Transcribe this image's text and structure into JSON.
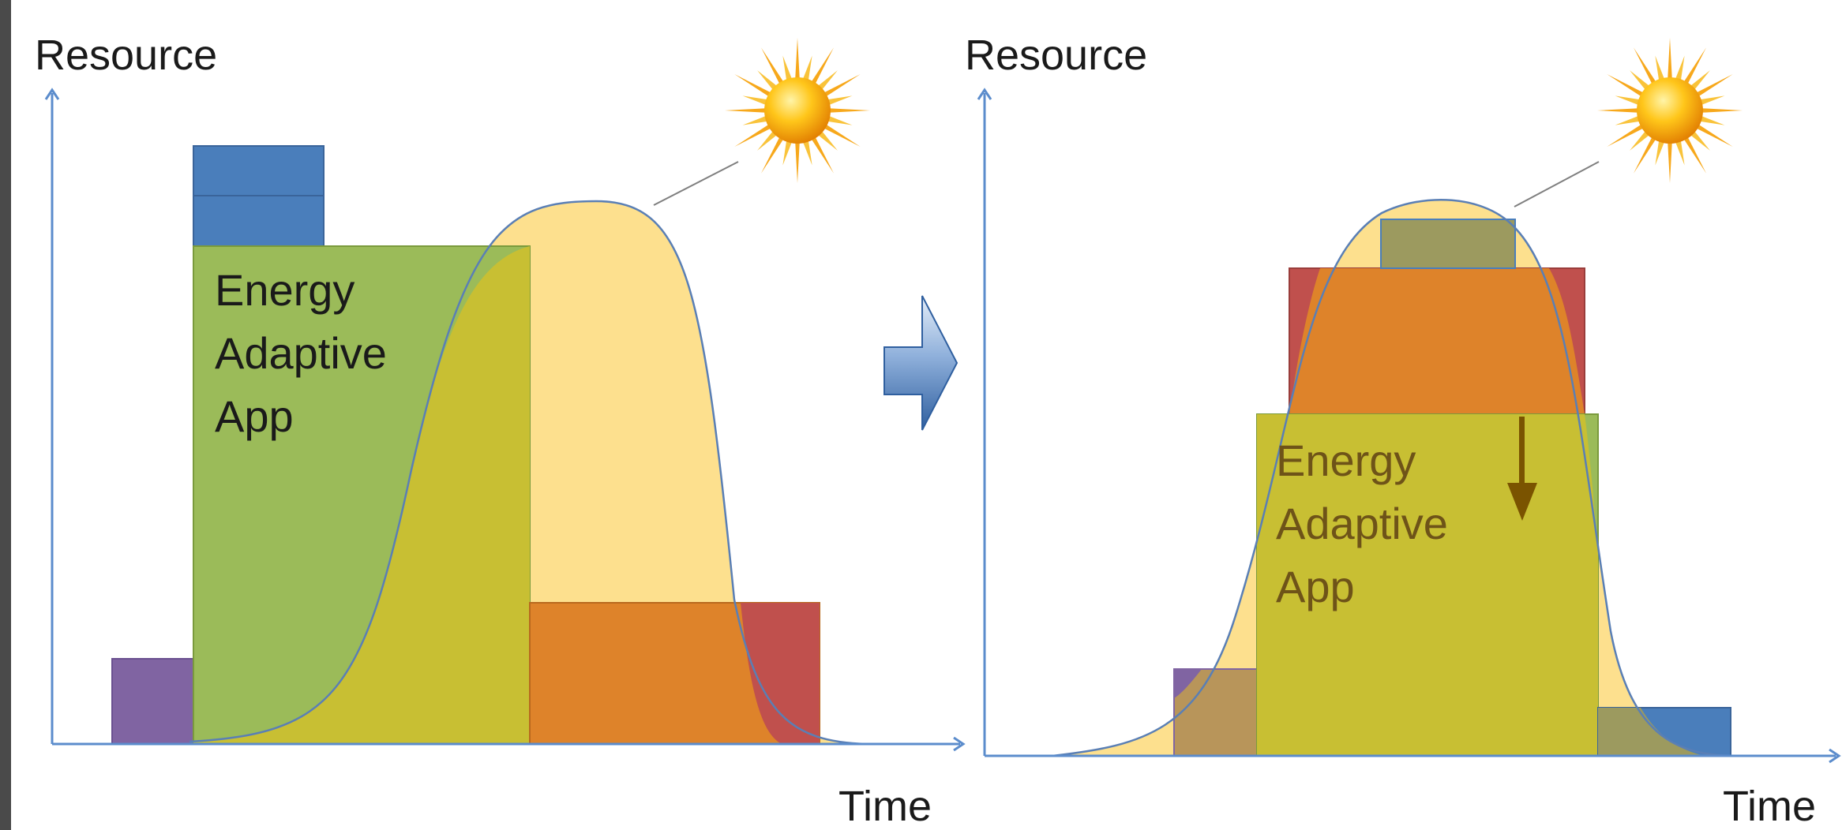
{
  "left_panel": {
    "y_axis_label": "Resource",
    "x_axis_label": "Time",
    "app_label": [
      "Energy",
      "Adaptive",
      "App"
    ]
  },
  "right_panel": {
    "y_axis_label": "Resource",
    "x_axis_label": "Time",
    "app_label": [
      "Energy",
      "Adaptive",
      "App"
    ]
  },
  "colors": {
    "axis": "#5b8ccc",
    "solar_fill": "#fde08e",
    "solar_stroke": "#5a7fb5",
    "blue_block": "#4a7ebb",
    "green_app": "#9bbb59",
    "green_over_solar": "#c8bf33",
    "purple_block": "#8064a2",
    "orange_block": "#de832a",
    "red_block": "#c0504d",
    "arrow_gradient_top": "#dce7f5",
    "arrow_gradient_bottom": "#3a6aa8",
    "down_arrow": "#7a5300",
    "sun_core": "#f5a300",
    "sun_rays": "#f6b21a"
  },
  "icons": [
    "sun-icon",
    "right-arrow-icon",
    "down-arrow-icon"
  ]
}
